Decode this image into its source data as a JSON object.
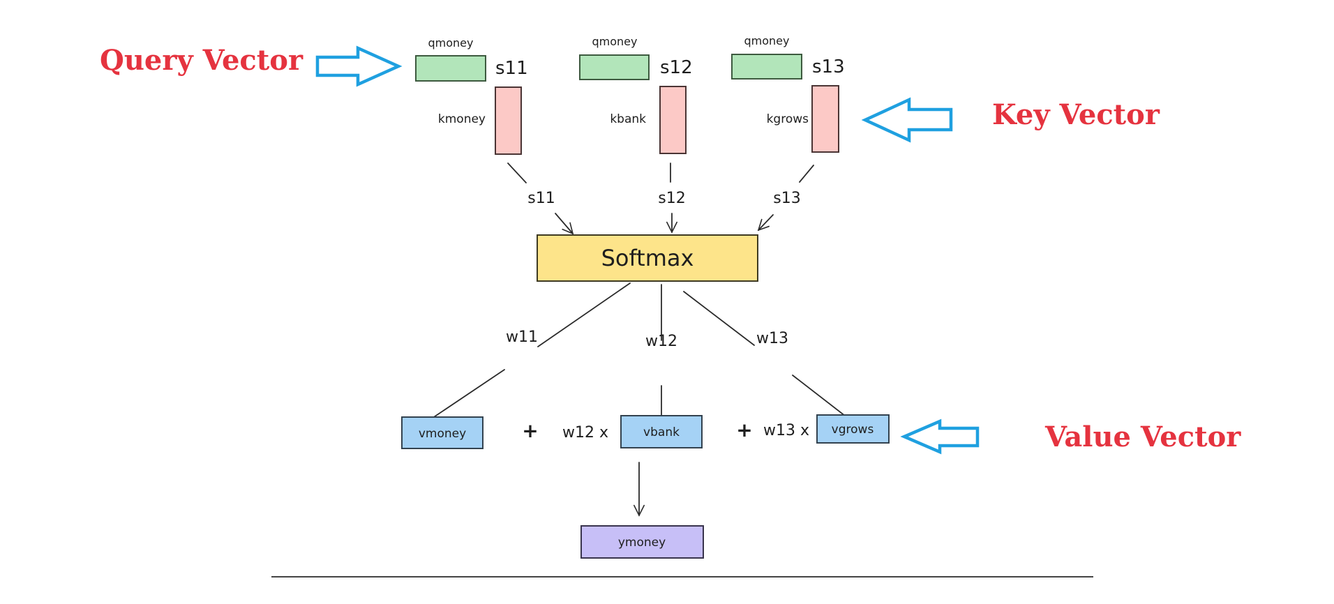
{
  "callouts": {
    "query": "Query Vector",
    "key": "Key Vector",
    "value": "Value Vector"
  },
  "colors": {
    "callout_text": "#e5333f",
    "pointer_arrow": "#1fa0e0",
    "query_fill": "#b2e5ba",
    "key_fill": "#fcc9c6",
    "softmax_fill": "#fde48a",
    "value_fill": "#a5d2f5",
    "output_fill": "#c7bff7"
  },
  "queries": [
    {
      "label": "qmoney",
      "score": "s11"
    },
    {
      "label": "qmoney",
      "score": "s12"
    },
    {
      "label": "qmoney",
      "score": "s13"
    }
  ],
  "keys": [
    {
      "label": "kmoney"
    },
    {
      "label": "kbank"
    },
    {
      "label": "kgrows"
    }
  ],
  "score_edges": [
    "s11",
    "s12",
    "s13"
  ],
  "softmax": {
    "label": "Softmax"
  },
  "weight_edges": [
    "w11",
    "w12",
    "w13"
  ],
  "values": [
    {
      "label": "vmoney"
    },
    {
      "label": "vbank"
    },
    {
      "label": "vgrows"
    }
  ],
  "operators": {
    "plus1": "+",
    "coef2": "w12 x",
    "plus2": "+",
    "coef3": "w13 x"
  },
  "output": {
    "label": "ymoney"
  }
}
